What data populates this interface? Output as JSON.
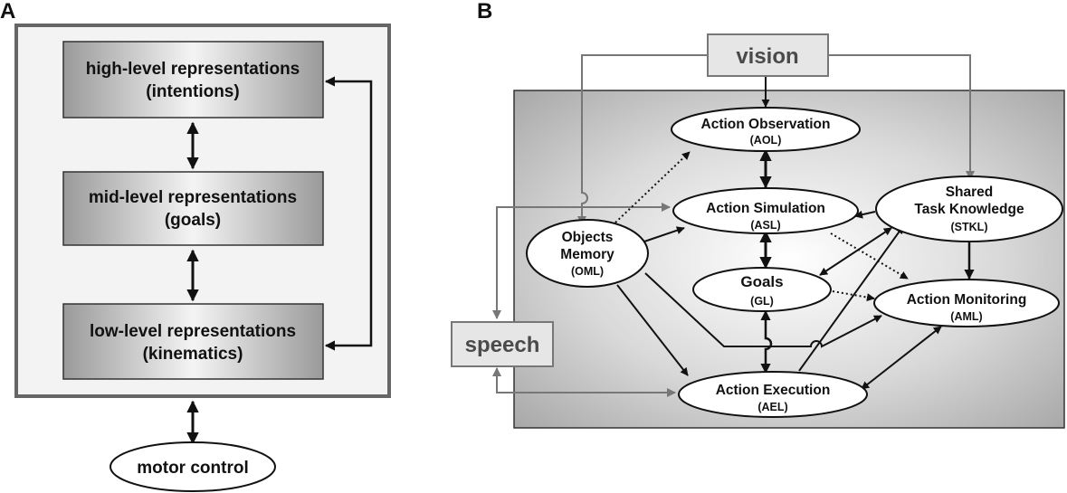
{
  "panels": {
    "a": {
      "letter": "A",
      "boxes": [
        {
          "line1": "high-level representations",
          "line2": "(intentions)"
        },
        {
          "line1": "mid-level representations",
          "line2": "(goals)"
        },
        {
          "line1": "low-level representations",
          "line2": "(kinematics)"
        }
      ],
      "motor": "motor control"
    },
    "b": {
      "letter": "B",
      "vision": "vision",
      "speech": "speech",
      "nodes": {
        "aol": {
          "title": "Action Observation",
          "abbr": "(AOL)"
        },
        "asl": {
          "title": "Action Simulation",
          "abbr": "(ASL)"
        },
        "oml": {
          "title1": "Objects",
          "title2": "Memory",
          "abbr": "(OML)"
        },
        "gl": {
          "title": "Goals",
          "abbr": "(GL)"
        },
        "stkl": {
          "title1": "Shared",
          "title2": "Task Knowledge",
          "abbr": "(STKL)"
        },
        "aml": {
          "title": "Action Monitoring",
          "abbr": "(AML)"
        },
        "ael": {
          "title": "Action Execution",
          "abbr": "(AEL)"
        }
      }
    }
  }
}
